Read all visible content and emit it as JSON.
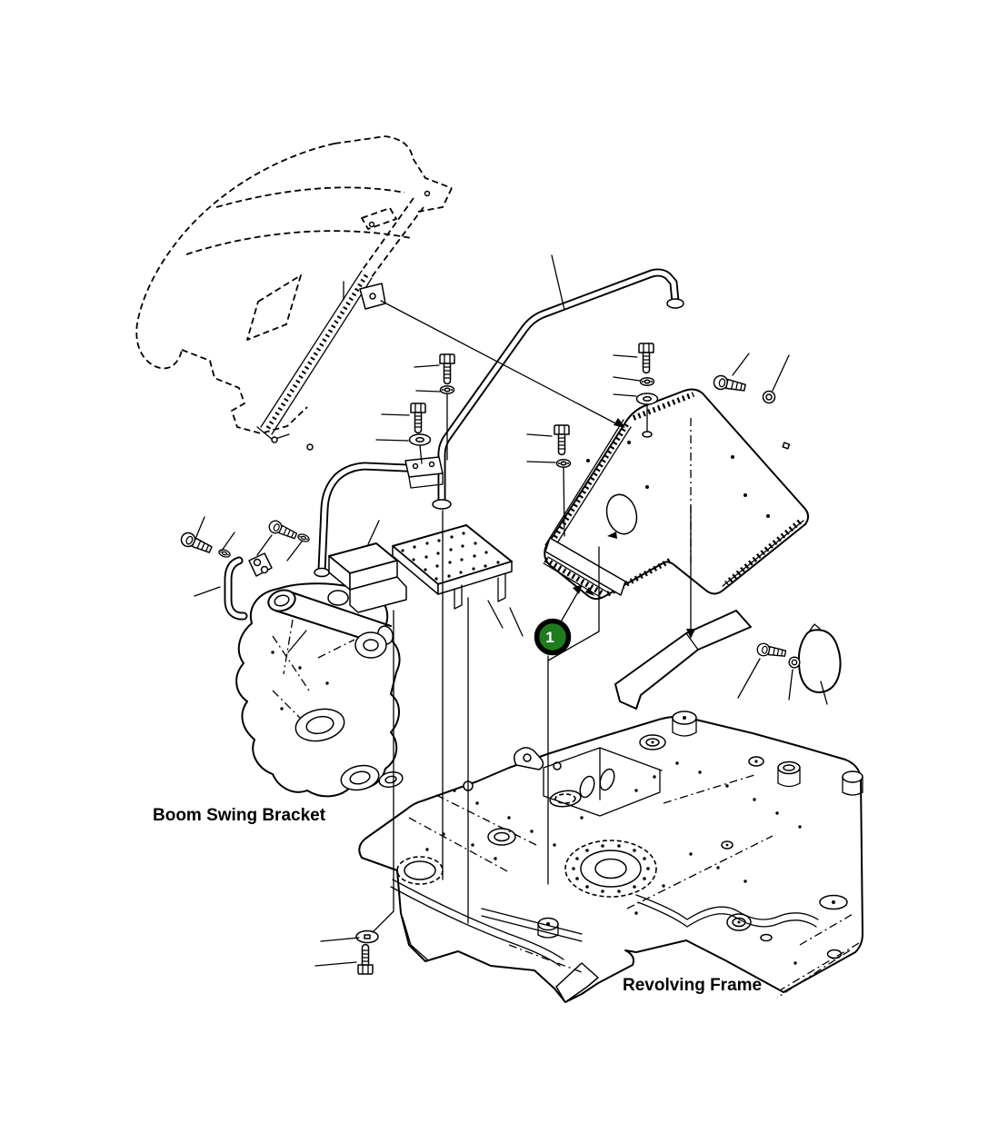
{
  "figure": {
    "type": "exploded-parts-diagram",
    "background_color": "#ffffff",
    "line_color": "#000000"
  },
  "labels": {
    "boom_swing_bracket": "Boom Swing Bracket",
    "revolving_frame": "Revolving Frame"
  },
  "callouts": [
    {
      "number": "1",
      "fill_color": "#1e7b1e",
      "ring_color": "#000000",
      "number_color": "#ffffff"
    }
  ]
}
